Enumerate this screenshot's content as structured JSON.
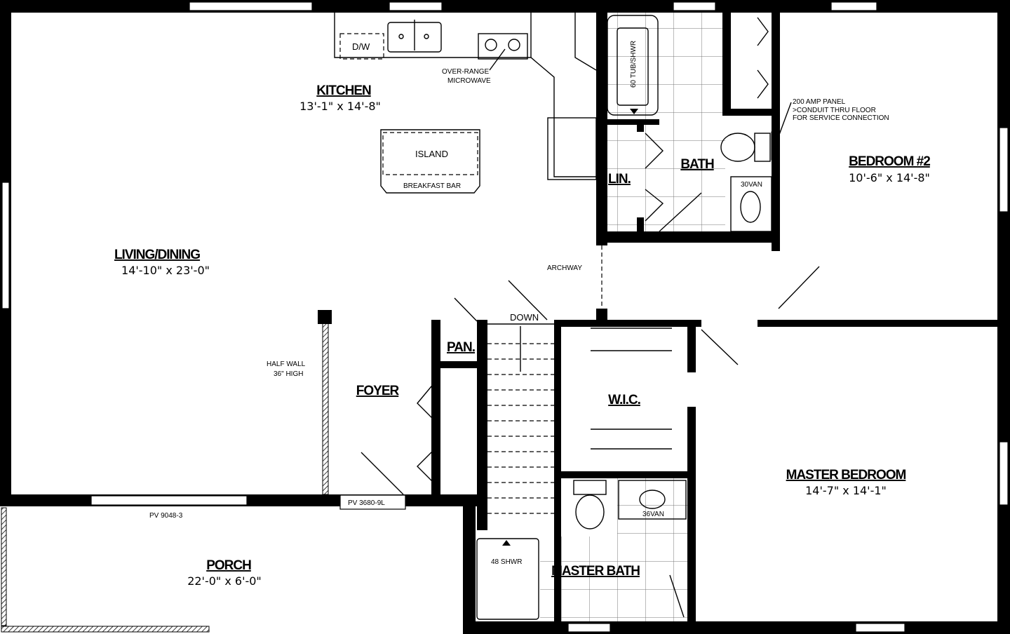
{
  "rooms": {
    "kitchen": {
      "name": "KITCHEN",
      "size": "13'-1\" x 14'-8\""
    },
    "living": {
      "name": "LIVING/DINING",
      "size": "14'-10\" x 23'-0\""
    },
    "bedroom2": {
      "name": "BEDROOM #2",
      "size": "10'-6\" x 14'-8\""
    },
    "master": {
      "name": "MASTER BEDROOM",
      "size": "14'-7\" x 14'-1\""
    },
    "porch": {
      "name": "PORCH",
      "size": "22'-0\" x 6'-0\""
    },
    "bath": {
      "name": "BATH"
    },
    "lin": {
      "name": "LIN."
    },
    "foyer": {
      "name": "FOYER"
    },
    "pan": {
      "name": "PAN."
    },
    "wic": {
      "name": "W.I.C."
    },
    "master_bath": {
      "name": "MASTER BATH"
    }
  },
  "fixtures": {
    "dw": "D/W",
    "island": "ISLAND",
    "breakfast_bar": "BREAKFAST BAR",
    "microwave_1": "OVER-RANGE",
    "microwave_2": "MICROWAVE",
    "tub": "60 TUB/SHWR",
    "van30": "30VAN",
    "van36": "36VAN",
    "shower48": "48 SHWR",
    "down": "DOWN",
    "archway": "ARCHWAY",
    "half_wall_1": "HALF WALL",
    "half_wall_2": "36\" HIGH",
    "panel_1": "200 AMP PANEL",
    "panel_2": ">CONDUIT THRU FLOOR",
    "panel_3": "FOR SERVICE CONNECTION",
    "door_front": "PV 3680-9L",
    "window_front": "PV 9048-3"
  }
}
